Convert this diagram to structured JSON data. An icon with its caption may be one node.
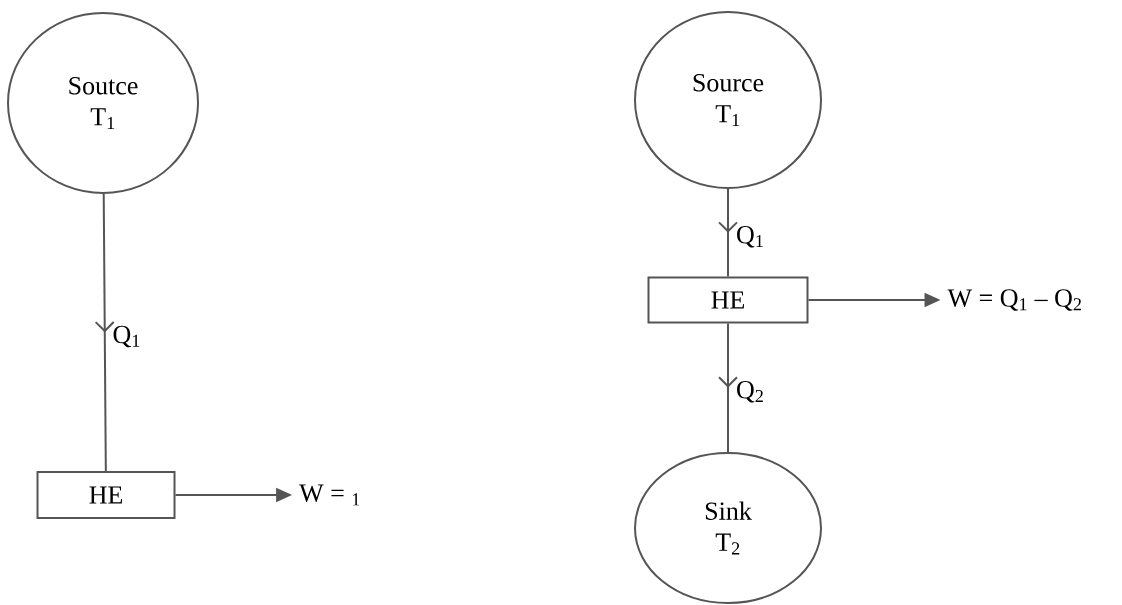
{
  "diagram": {
    "nodes": [
      {
        "text": [
          "Soutce",
          "T$_{1}$"
        ]
      },
      {
        "text": [
          "HE"
        ]
      },
      {
        "text": [
          "W = $_{1}$"
        ]
      },
      {
        "text": [
          "Source",
          "T$_{1}$"
        ]
      },
      {
        "text": [
          "HE"
        ]
      },
      {
        "text": [
          "W = Q$_{1}$ – Q$_{2}$"
        ]
      },
      {
        "text": [
          "Sink",
          "T$_{2}$"
        ]
      }
    ],
    "edges": [
      {
        "from": 0,
        "to": 1,
        "arrow": "to",
        "label": "Q$_{1}$"
      },
      {
        "from": 1,
        "to": 2,
        "arrow": "to"
      },
      {
        "from": 3,
        "to": 4,
        "arrow": "to",
        "label": "Q$_{1}$"
      },
      {
        "from": 4,
        "to": 5,
        "arrow": "to"
      },
      {
        "from": 4,
        "to": 6,
        "arrow": "to",
        "label": "Q$_{2}$"
      }
    ]
  }
}
